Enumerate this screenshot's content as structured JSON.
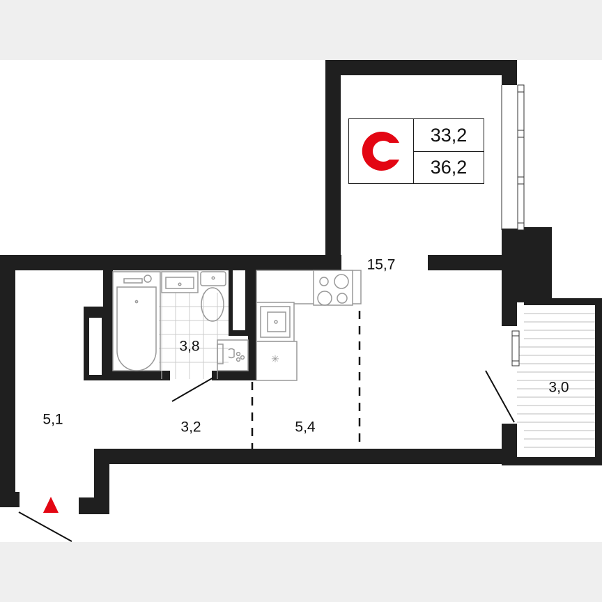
{
  "plan": {
    "type": "studio",
    "logo_letter": "C",
    "accent_color": "#e30613",
    "wall_color": "#1f1f1f",
    "background_color": "#efefef",
    "area_living": "33,2",
    "area_total": "36,2"
  },
  "rooms": {
    "living": "15,7",
    "bathroom": "3,8",
    "hall_entry": "5,1",
    "hall": "3,2",
    "kitchen": "5,4",
    "balcony": "3,0"
  },
  "markers": {
    "entrance": "entrance-triangle"
  }
}
